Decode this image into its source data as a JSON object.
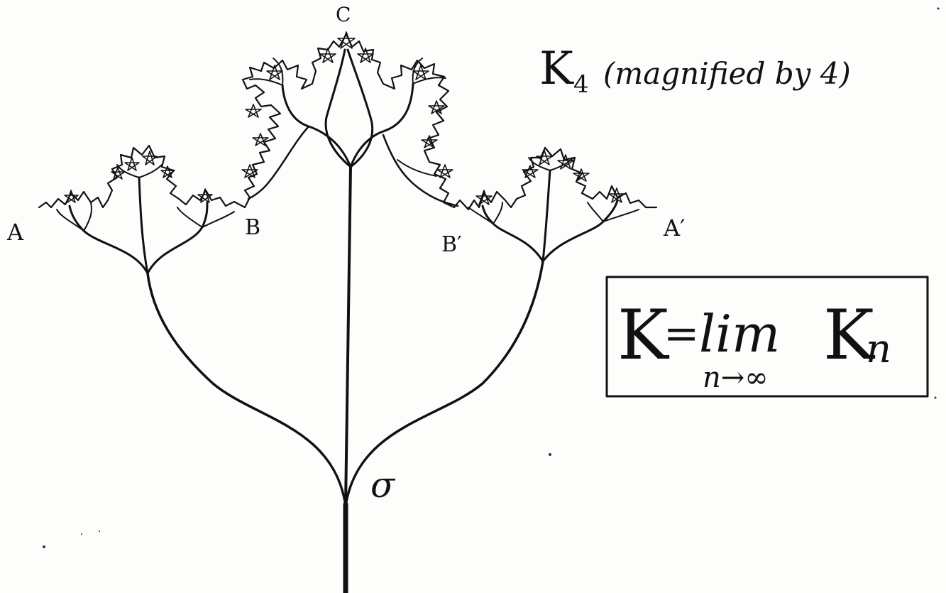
{
  "diagram": {
    "labels": {
      "A": "A",
      "B": "B",
      "C": "C",
      "B_prime": "B′",
      "A_prime": "A′",
      "sigma": "σ"
    },
    "title": {
      "symbol": "K",
      "subscript": "4",
      "note": "(magnified by 4)"
    },
    "formula": {
      "lhs": "K",
      "equals": "=",
      "operator": "lim",
      "limit": "n→∞",
      "rhs_symbol": "K",
      "rhs_subscript": "n"
    },
    "colors": {
      "ink": "#111111",
      "paper": "#fdfdfb"
    }
  }
}
